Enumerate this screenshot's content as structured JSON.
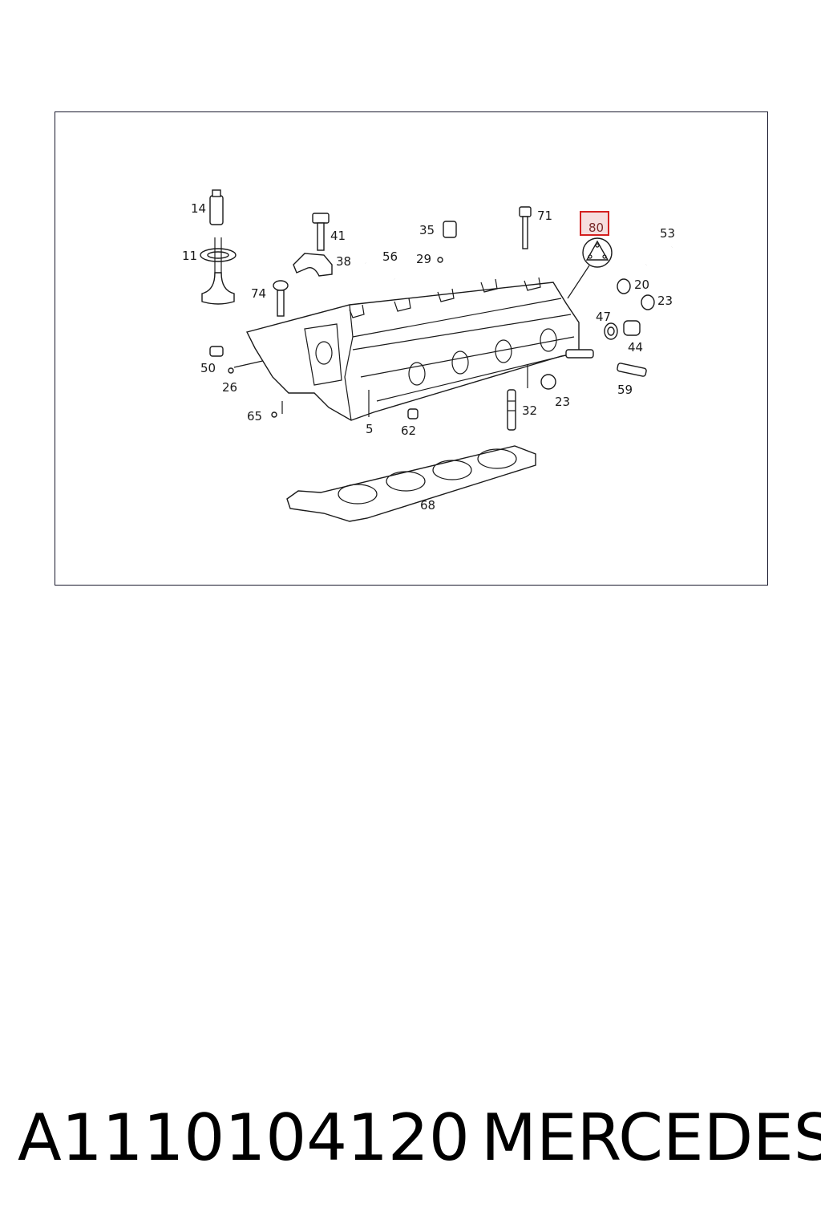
{
  "diagram": {
    "labels": {
      "l14": "14",
      "l11": "11",
      "l41": "41",
      "l38": "38",
      "l35": "35",
      "l71": "71",
      "l80": "80",
      "l53": "53",
      "l56": "56",
      "l29": "29",
      "l74": "74",
      "l20": "20",
      "l23a": "23",
      "l47": "47",
      "l44": "44",
      "l50": "50",
      "l26": "26",
      "l59": "59",
      "l65": "65",
      "l5": "5",
      "l62": "62",
      "l32": "32",
      "l23b": "23",
      "l68": "68"
    },
    "highlighted_label": "80",
    "colors": {
      "highlight_fill": "#f6dede",
      "highlight_stroke": "#d42020",
      "ink": "#1a1a1a"
    }
  },
  "caption": {
    "part_number": "A1110104120",
    "brand": "MERCEDES"
  }
}
